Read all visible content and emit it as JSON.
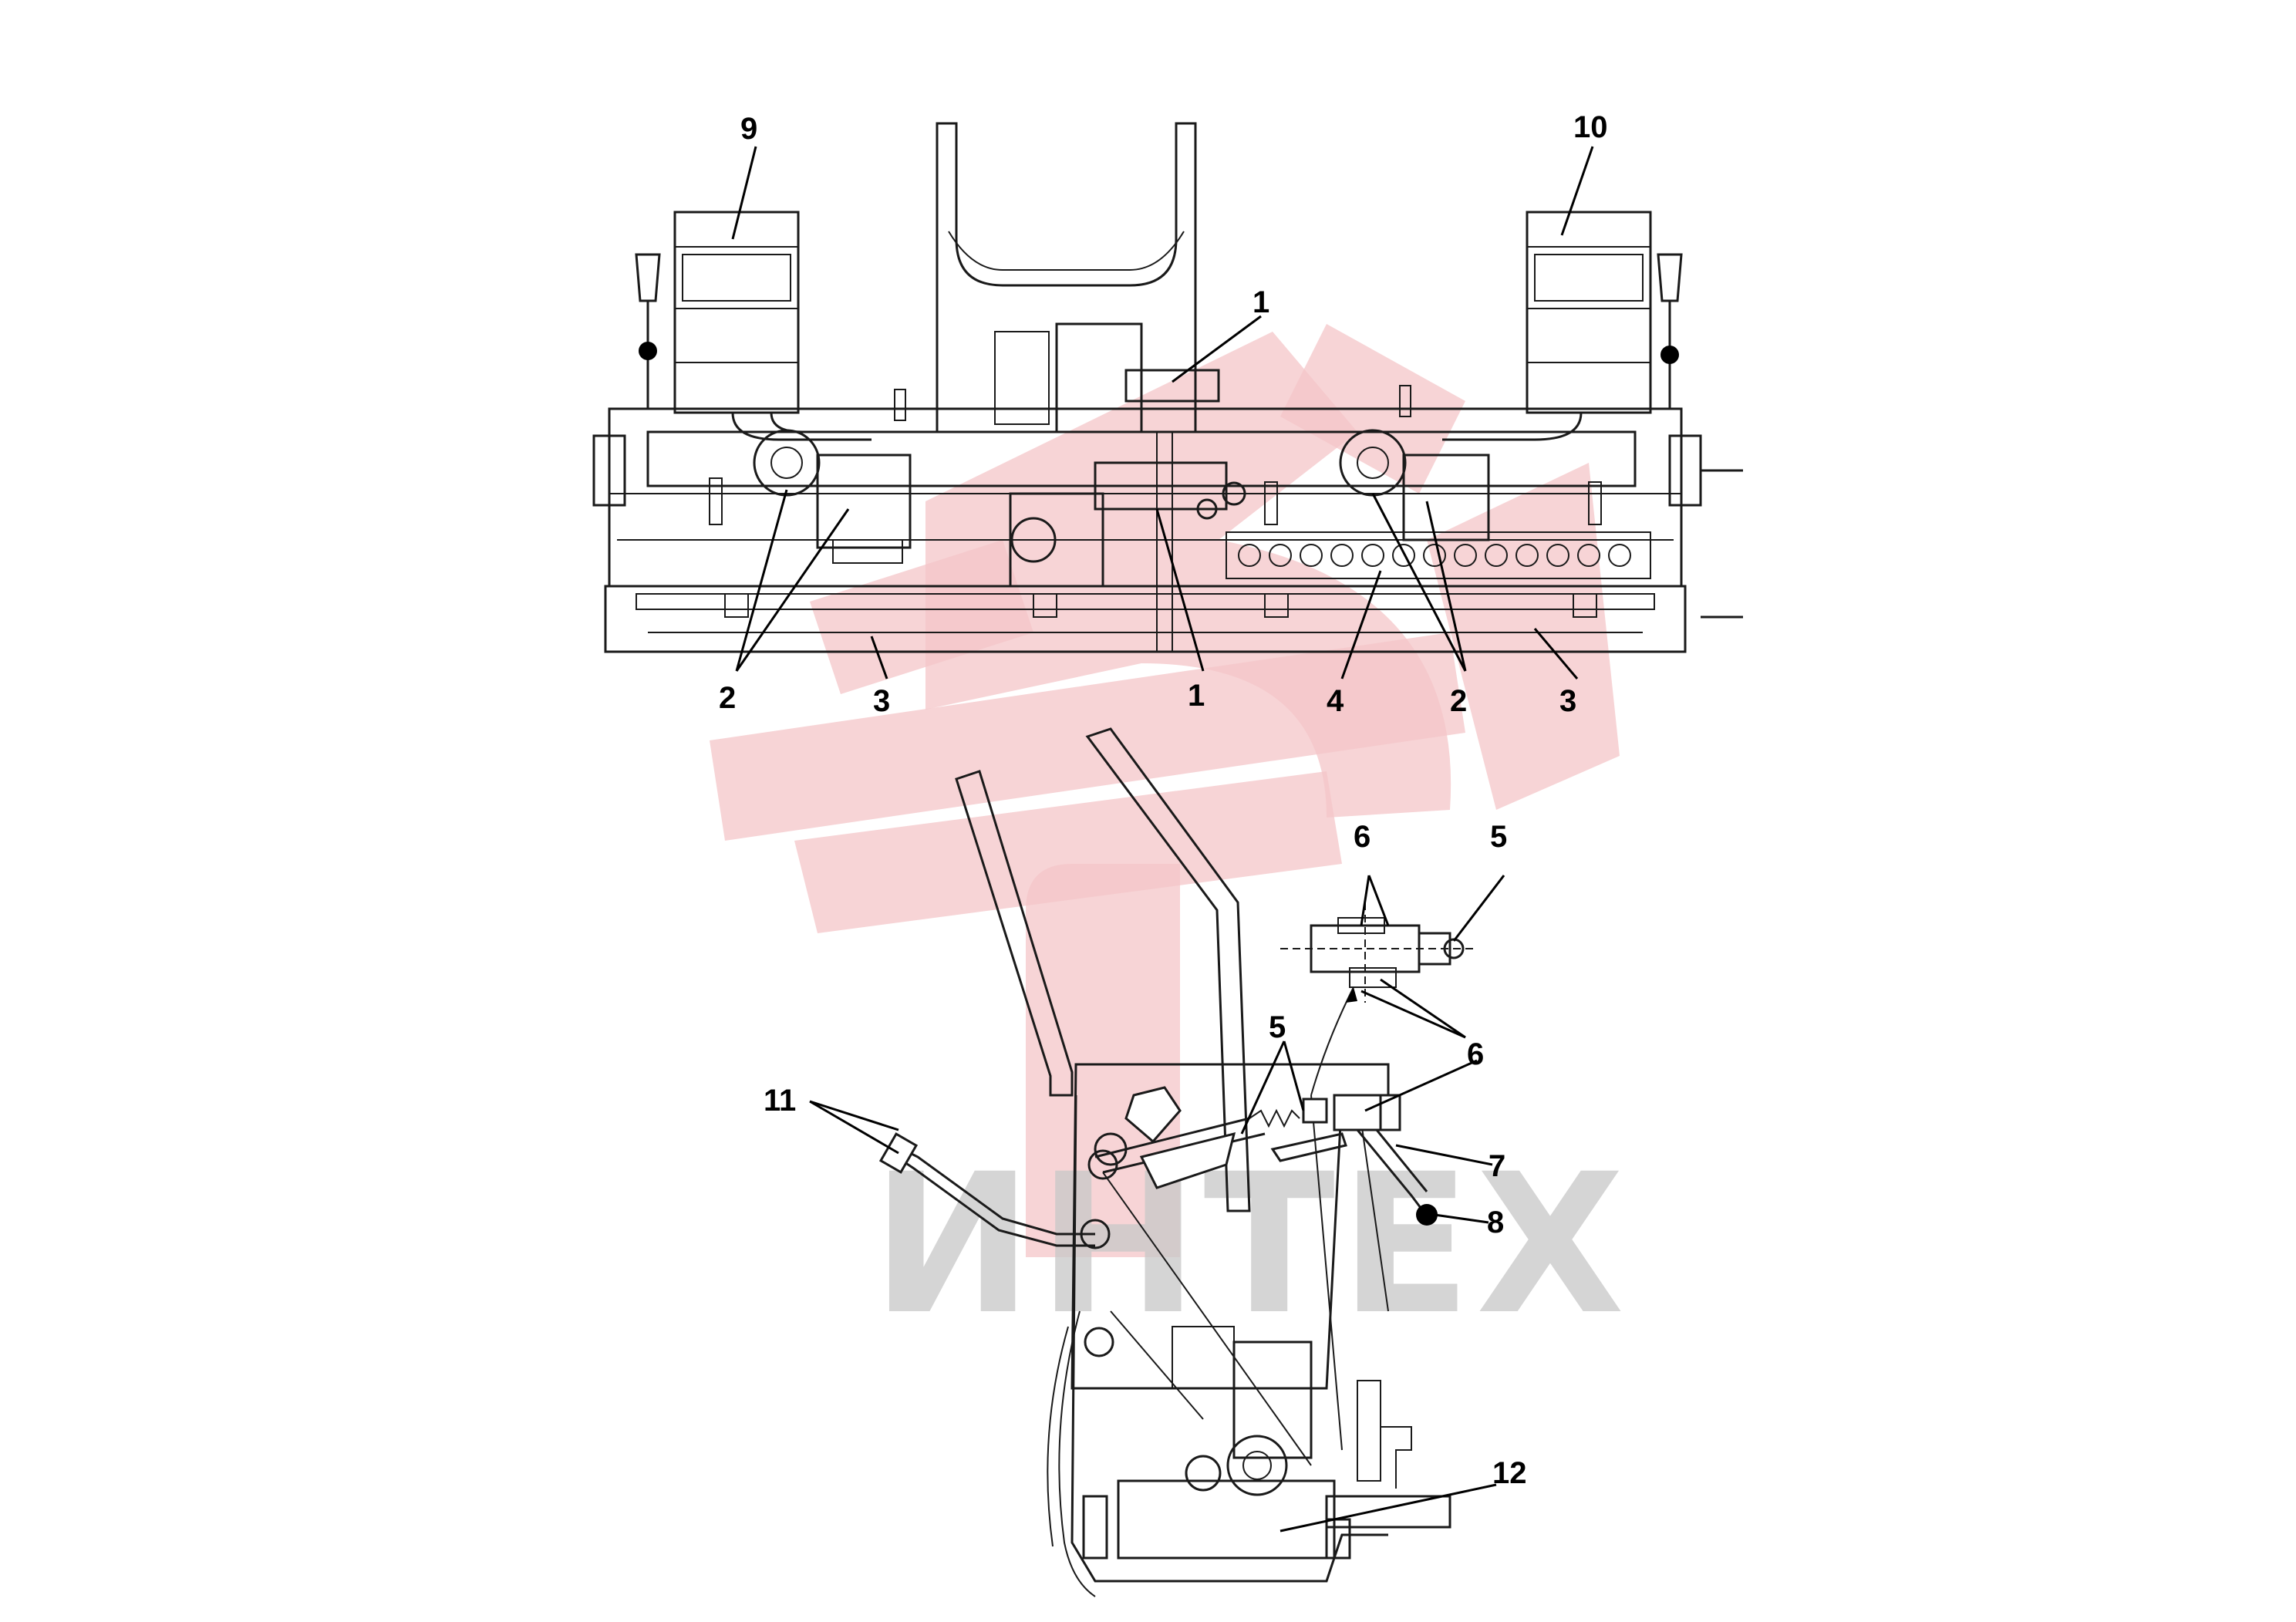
{
  "watermark": {
    "text": "ИНТЕХ",
    "logo_color": "#f4c6c8",
    "text_color": "#c8c8c8"
  },
  "callouts": {
    "c1a": "1",
    "c1b": "1",
    "c2a": "2",
    "c2b": "2",
    "c3a": "3",
    "c3b": "3",
    "c4": "4",
    "c5a": "5",
    "c5b": "5",
    "c6a": "6",
    "c6b": "6",
    "c7": "7",
    "c8": "8",
    "c9": "9",
    "c10": "10",
    "c11": "11",
    "c12": "12"
  }
}
